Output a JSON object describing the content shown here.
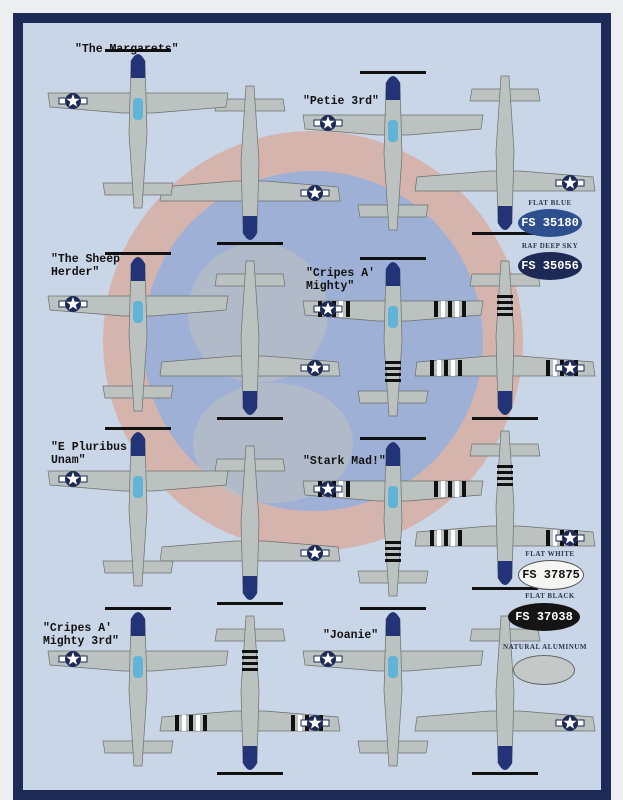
{
  "aircraft": [
    {
      "name": "\"The Margarets\"",
      "stripes_top": false,
      "stripes_bottom": false
    },
    {
      "name": "\"Petie 3rd\"",
      "stripes_top": false,
      "stripes_bottom": false
    },
    {
      "name": "\"The Sheep\nHerder\"",
      "stripes_top": false,
      "stripes_bottom": false
    },
    {
      "name": "\"Cripes A'\nMighty\"",
      "stripes_top": true,
      "stripes_bottom": true
    },
    {
      "name": "\"E Pluribus\nUnam\"",
      "stripes_top": false,
      "stripes_bottom": false
    },
    {
      "name": "\"Stark Mad!\"",
      "stripes_top": true,
      "stripes_bottom": true
    },
    {
      "name": "\"Cripes A'\nMighty 3rd\"",
      "stripes_top": false,
      "stripes_bottom": true
    },
    {
      "name": "\"Joanie\"",
      "stripes_top": false,
      "stripes_bottom": false
    }
  ],
  "paint_chips": [
    {
      "title": "FLAT BLUE",
      "code": "FS 35180",
      "color": "#2d4f8e",
      "text_color": "#ffffff"
    },
    {
      "title": "RAF DEEP SKY",
      "code": "FS 35056",
      "color": "#1c2a55",
      "text_color": "#ffffff"
    },
    {
      "title": "FLAT WHITE",
      "code": "FS 37875",
      "color": "#f4f4f2",
      "text_color": "#111111"
    },
    {
      "title": "FLAT BLACK",
      "code": "FS 37038",
      "color": "#141414",
      "text_color": "#ffffff"
    },
    {
      "title": "NATURAL ALUMINUM",
      "code": "",
      "color": "#c4c8c6",
      "text_color": "#111111"
    }
  ],
  "colors": {
    "frame": "#1d2a55",
    "background": "#c9d6e8",
    "plane_gray": "#bcc2c0",
    "nose_blue": "#223477",
    "emblem_ring": "#d8a89a",
    "emblem_inner": "#9fb0d6"
  }
}
